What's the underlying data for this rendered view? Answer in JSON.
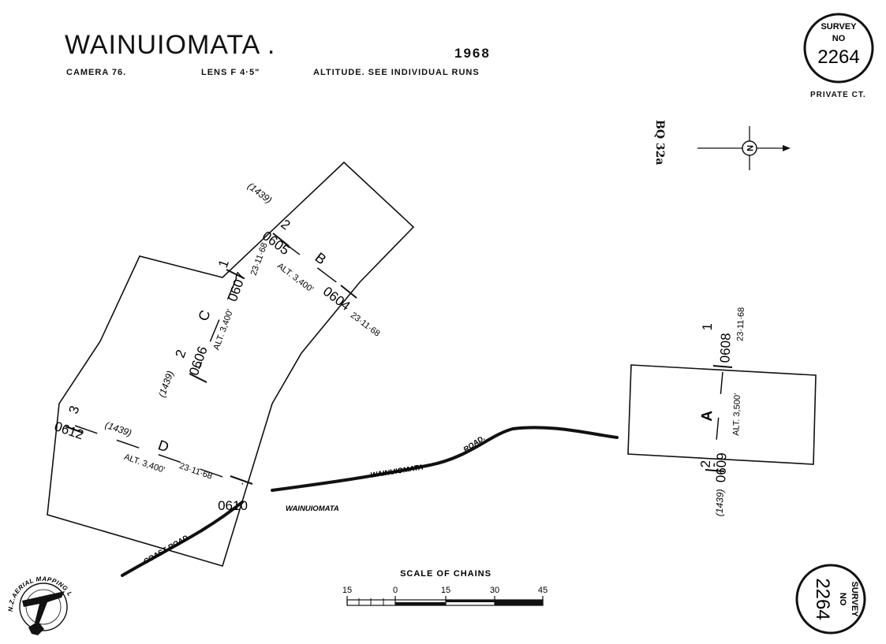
{
  "header": {
    "title": "WAINUIOMATA .",
    "year": "1968",
    "camera": "CAMERA 76.",
    "lens": "LENS F 4·5\"",
    "altitude": "ALTITUDE. SEE INDIVIDUAL RUNS"
  },
  "survey_badge_top": {
    "line1": "SURVEY",
    "line2": "NO",
    "number": "2264"
  },
  "survey_badge_bottom": {
    "line1": "SURVEY",
    "line2": "NO",
    "number": "2264"
  },
  "ownership": "PRIVATE CT.",
  "sheet_ref": "BQ 32a",
  "north_label": "N",
  "runs": {
    "A": {
      "letter": "A",
      "alt": "ALT. 3,500'",
      "date": "23·11·68",
      "start_no": "1",
      "start_frame": "0608",
      "end_no": "2",
      "end_frame": "0609",
      "film": "(1439)"
    },
    "B": {
      "letter": "B",
      "alt": "ALT. 3,400'",
      "date": "23·11·68",
      "start_no": "2",
      "start_frame": "0605",
      "end_frame": "0604",
      "film": "(1439)"
    },
    "C": {
      "letter": "C",
      "alt": "ALT. 3,400'",
      "date": "23·11·68",
      "start_no": "1",
      "start_frame": "0607",
      "end_no": "2",
      "end_frame": "0606",
      "film": "(1439)"
    },
    "D": {
      "letter": "D",
      "alt": "ALT. 3,400'",
      "date": "23·11·68",
      "start_no": "3",
      "start_frame": "0612",
      "end_frame": "0610",
      "film": "(1439)"
    }
  },
  "roads": {
    "wainuiomata_road": "WAINUIOMATA",
    "wainuiomata_road_suffix": "ROAD.",
    "wainuiomata_locality": "WAINUIOMATA",
    "coast_road": "COAST ROAD"
  },
  "scale": {
    "title": "SCALE OF CHAINS",
    "ticks": [
      "15",
      "0",
      "15",
      "30",
      "45"
    ]
  },
  "logo_text": "N.Z.AERIAL MAPPING LTD"
}
